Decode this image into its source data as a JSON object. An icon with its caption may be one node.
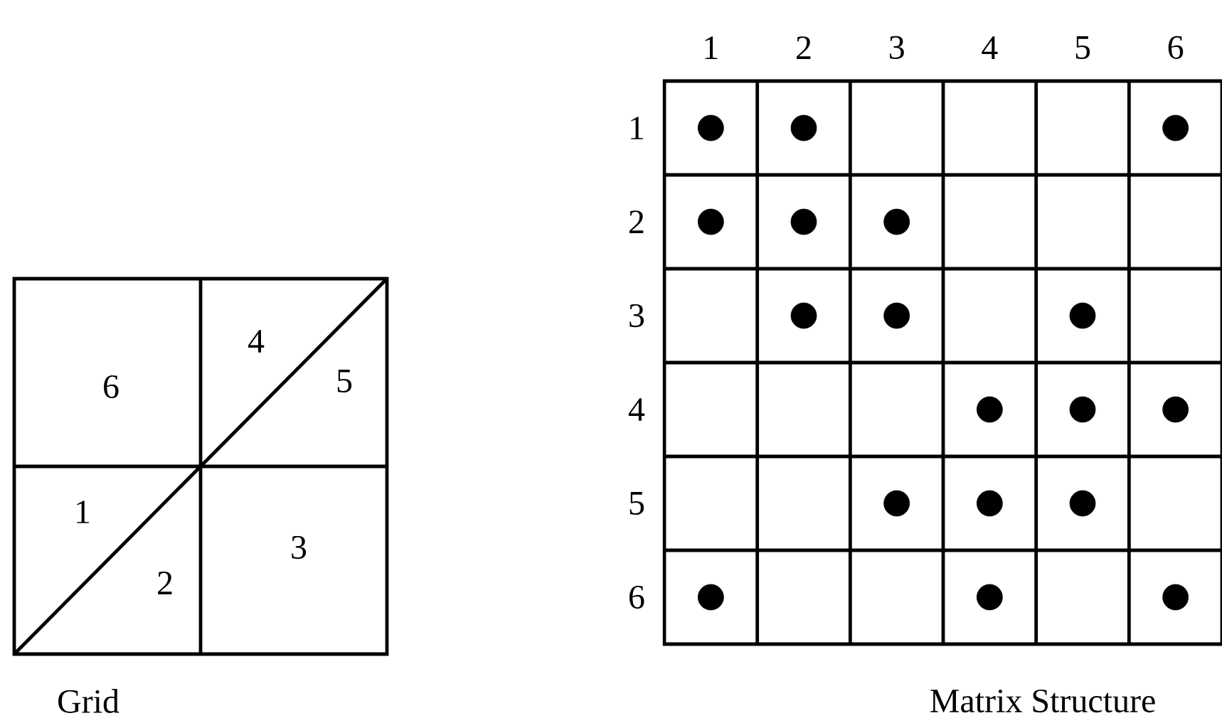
{
  "diagram": {
    "labels": [
      "6",
      "4",
      "5",
      "1",
      "2",
      "3",
      "Grid"
    ],
    "chart_data": {
      "type": "scatter",
      "title": "Matrix Structure",
      "x": [
        1,
        2,
        6,
        1,
        2,
        3,
        2,
        3,
        5,
        4,
        5,
        6,
        3,
        4,
        5,
        1,
        4,
        6
      ],
      "values": [
        1,
        1,
        1,
        2,
        2,
        2,
        3,
        3,
        3,
        4,
        4,
        4,
        5,
        5,
        5,
        6,
        6,
        6
      ],
      "xlim": [
        0.5,
        6.5
      ],
      "ylim": [
        6.5,
        0.5
      ],
      "xticks": [
        1,
        2,
        3,
        4,
        5,
        6
      ],
      "yticks": [
        1,
        2,
        3,
        4,
        5,
        6
      ]
    }
  }
}
